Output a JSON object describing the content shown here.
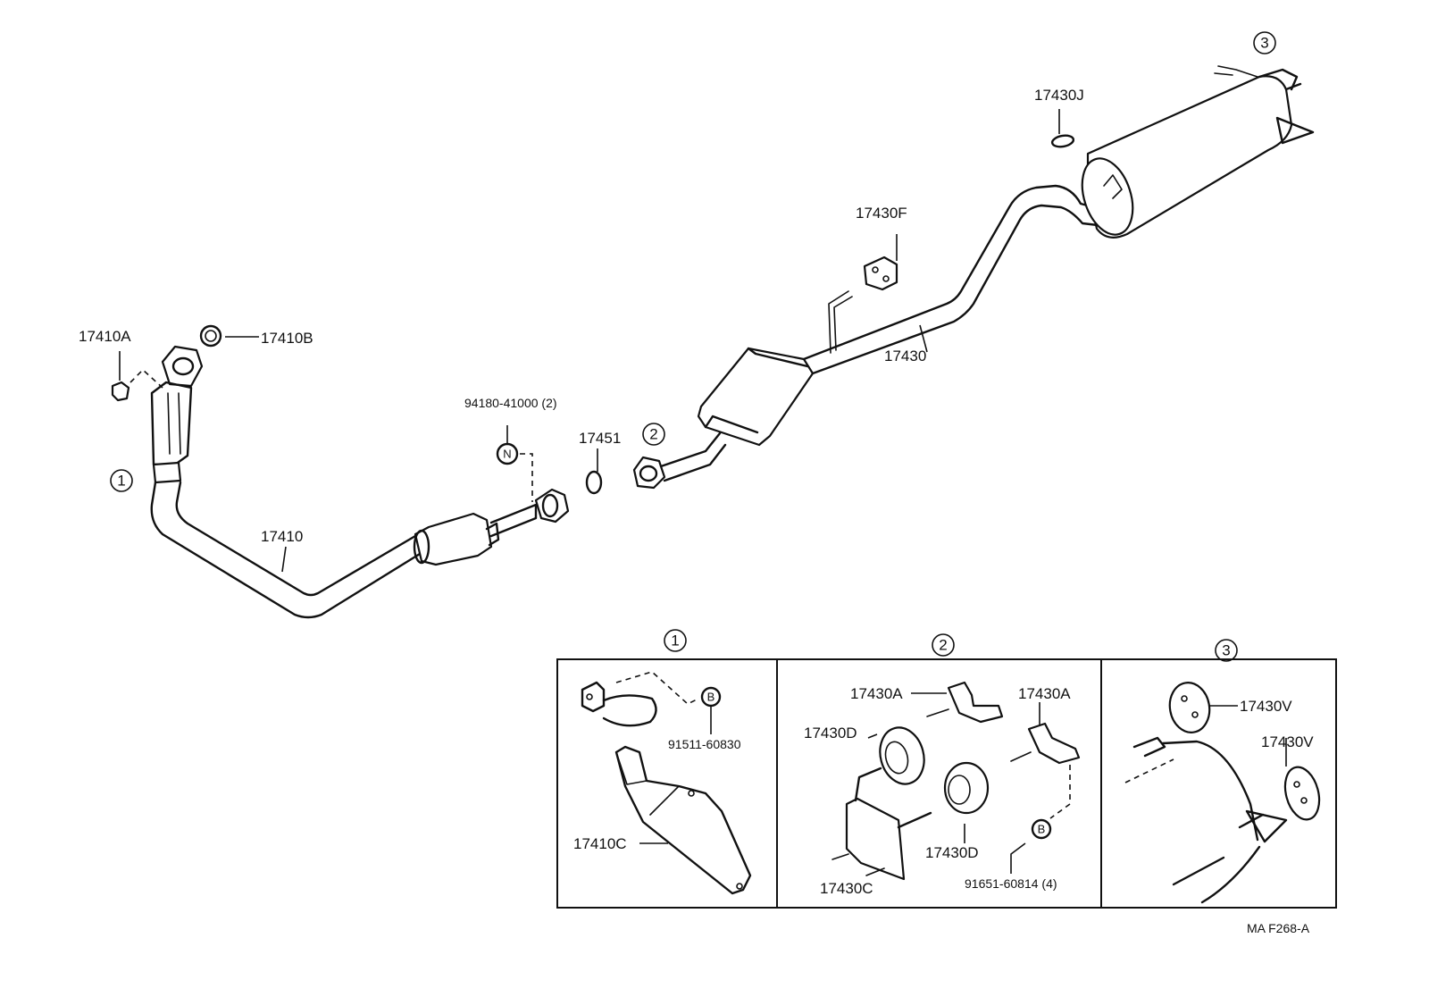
{
  "parts": {
    "front_pipe": "17410",
    "front_pipe_bolt": "17410A",
    "front_pipe_gasket": "17410B",
    "heat_insulator": "17410C",
    "nut_spec": "94180-41000 (2)",
    "nut_symbol": "N",
    "center_gasket": "17451",
    "tail_pipe": "17430",
    "support_bracket": "17430A",
    "support_bracket_2": "17430A",
    "support_cushion_d": "17430D",
    "support_cushion_d2": "17430D",
    "support_cushion_f": "17430F",
    "support_bracket_c": "17430C",
    "tail_gasket": "17430J",
    "hanger_v1": "17430V",
    "hanger_v2": "17430V",
    "bolt_1": "91511-60830",
    "bolt_2": "91651-60814 (4)",
    "bolt_symbol": "B"
  },
  "callouts": {
    "c1": "1",
    "c2": "2",
    "c3": "3"
  },
  "detail_headers": {
    "d1": "1",
    "d2": "2",
    "d3": "3"
  },
  "footer": {
    "code": "MA  F268-A"
  }
}
